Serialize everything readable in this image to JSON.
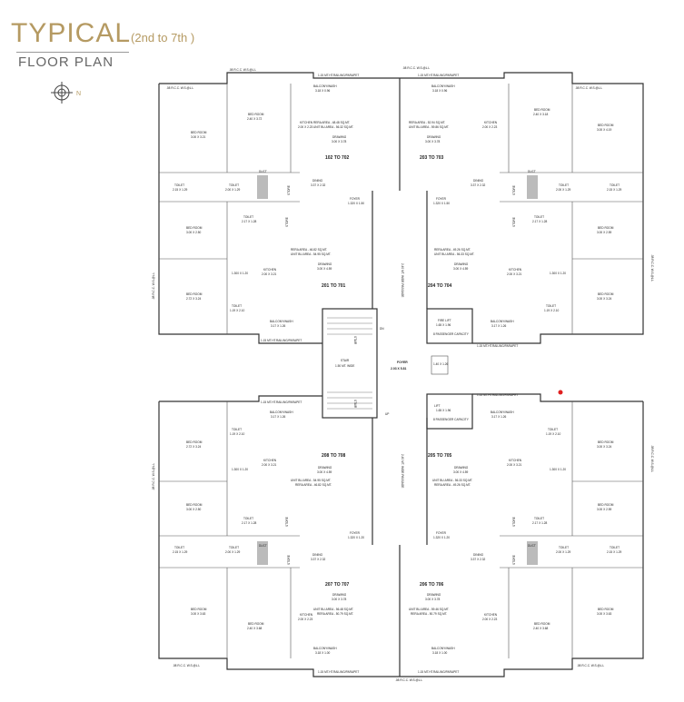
{
  "header": {
    "title": "TYPICAL",
    "floors": "(2nd to 7th )",
    "subtitle": "FLOOR PLAN"
  },
  "compass": {
    "north_label": "N"
  },
  "top_labels": {
    "wall_top": ".08 R.C.C. W.S.@L.L",
    "wall_top_left": ".08 R.C.C. W.S.@L.L",
    "wall_top_right": ".08 R.C.C. W.S.@L.L",
    "railing": "1.15 MT.HT.RAILING/PARAPET"
  },
  "units": {
    "u102": {
      "id": "102 TO 702",
      "rera": "RERA AREA - 48.48 SQ.MT.",
      "unit_bu": "UNIT BU.AREA - 56.32 SQ.MT.",
      "drawing": "DRAWING",
      "drawing_dim": "3.00 X 3.78"
    },
    "u203": {
      "id": "203 TO 703",
      "rera": "RERA AREA - 52.94 SQ.MT.",
      "unit_bu": "UNIT BU.AREA - 59.86 SQ.MT.",
      "drawing": "DRAWING",
      "drawing_dim": "3.00 X 3.78"
    },
    "u201": {
      "id": "201 TO 701",
      "rera": "RERA AREA - 46.82 SQ.MT.",
      "unit_bu": "UNIT BU.AREA - 54.95 SQ.MT.",
      "drawing": "DRAWING",
      "drawing_dim": "3.00 X 4.59"
    },
    "u204": {
      "id": "204 TO 704",
      "rera": "RERA AREA - 49.26 SQ.MT.",
      "unit_bu": "UNIT BU.AREA - 56.33 SQ.MT.",
      "drawing": "DRAWING",
      "drawing_dim": "3.00 X 4.59"
    },
    "u208": {
      "id": "208 TO 708",
      "drawing": "DRAWING",
      "drawing_dim": "3.00 X 4.59",
      "unit_bu": "UNIT BU.AREA - 54.95 SQ.MT.",
      "rera": "RERA AREA - 46.82 SQ.MT."
    },
    "u205": {
      "id": "205 TO 705",
      "drawing": "DRAWING",
      "drawing_dim": "3.00 X 4.59",
      "unit_bu": "UNIT BU.AREA - 56.33 SQ.MT.",
      "rera": "RERA AREA - 49.26 SQ.MT."
    },
    "u207": {
      "id": "207 TO 707",
      "drawing": "DRAWING",
      "drawing_dim": "3.00 X 3.78",
      "unit_bu": "UNIT BU.AREA - 56.48 SQ.MT.",
      "rera": "RERA AREA - 50.79 SQ.MT."
    },
    "u206": {
      "id": "206 TO 706",
      "drawing": "DRAWING",
      "drawing_dim": "3.00 X 3.78",
      "unit_bu": "UNIT BU.AREA - 59.46 SQ.MT.",
      "rera": "RERA AREA - 50.79 SQ.MT."
    }
  },
  "rooms": {
    "bedroom": "BED ROOM",
    "toilet": "TOILET",
    "kitchen": "KITCHEN",
    "dining": "DINING",
    "store": "STORE",
    "duct": "DUCT",
    "foyer": "FOYER",
    "balcony": "BALCONY/WASH",
    "bed_3_00x3_21": "3.00 X 3.21",
    "bed_2_40x3_72": "2.40 X 3.72",
    "bed_2_40x3_18": "2.40 X 3.18",
    "bed_3_00x4_19": "3.00 X 4.19",
    "bed_3_00x2_50": "3.00 X 2.50",
    "bed_2_72x3_24": "2.72 X 3.24",
    "bed_3_00x2_59": "3.00 X 2.59",
    "bed_3_00x3_24": "3.00 X 3.24",
    "bed_3_00x3_63": "3.00 X 3.63",
    "bed_2_40x3_68": "2.40 X 3.68",
    "kit_2_00x2_23": "2.00 X 2.23",
    "kit_2_00x3_21": "2.00 X 3.21",
    "toi_2_15x1_29": "2.15 X 1.29",
    "toi_2_00x1_29": "2.00 X 1.29",
    "toi_2_17x1_28": "2.17 X 1.28",
    "toi_1_19x2_10": "1.19 X 2.10",
    "dining_dim": "3.37 X 2.32",
    "foyer_dim": "1.320 X 1.50",
    "balc_top": "3.18 X 0.96",
    "balc_mid": "3.17 X 1.26",
    "balc_low": "3.18 X 1.00",
    "passage_1": "1.300 X 1.20",
    "passage_2": "1.320 X 1.20"
  },
  "core": {
    "foyer": "FOYER",
    "foyer_dim": "2.03 X 5.81",
    "fire_lift": "FIRE LIFT",
    "fire_lift_dim": "1.65 X 1.96",
    "lift": "LIFT",
    "lift_dim": "1.65 X 1.96",
    "cap": "8 PASSENGER CAPACITY",
    "stair": "STAIR",
    "stair_wide": "1.50 MT. WIDE",
    "dn": "DN",
    "up": "UP",
    "shaft": "1.40 X 1.26",
    "passage": "2.40 MT. WIDE PASSAGE"
  },
  "wall_side": ".08 R.C.C. W.S.@L.L",
  "marker": {
    "color": "#e02020"
  }
}
